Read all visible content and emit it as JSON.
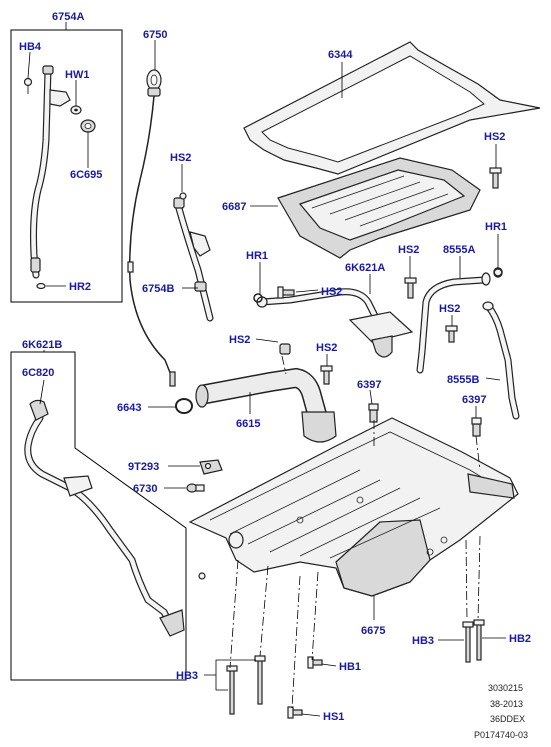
{
  "callouts": {
    "c6754A": "6754A",
    "cHB4": "HB4",
    "cHW1": "HW1",
    "c6C695": "6C695",
    "cHR2": "HR2",
    "c6750": "6750",
    "c6344": "6344",
    "cHS2_pan": "HS2",
    "cHS2_dip": "HS2",
    "c6687": "6687",
    "cHR1_right": "HR1",
    "cHR1_left": "HR1",
    "cHS2_8555": "HS2",
    "c8555A": "8555A",
    "c6K621A": "6K621A",
    "cHS2_mid": "HS2",
    "c6754B": "6754B",
    "cHS2_brk": "HS2",
    "c6K621B": "6K621B",
    "c6C820": "6C820",
    "cHS2_pick": "HS2",
    "cHS2_pick2": "HS2",
    "c6397_a": "6397",
    "c8555B": "8555B",
    "c6397_b": "6397",
    "c6643": "6643",
    "c6615": "6615",
    "c9T293": "9T293",
    "c6730": "6730",
    "c6675": "6675",
    "cHB3_r": "HB3",
    "cHB2": "HB2",
    "cHB3_l": "HB3",
    "cHB1": "HB1",
    "cHS1": "HS1"
  },
  "reference": {
    "line1": "3030215",
    "line2": "38-2013",
    "line3": "36DDEX",
    "line4": "P0174740-03"
  }
}
